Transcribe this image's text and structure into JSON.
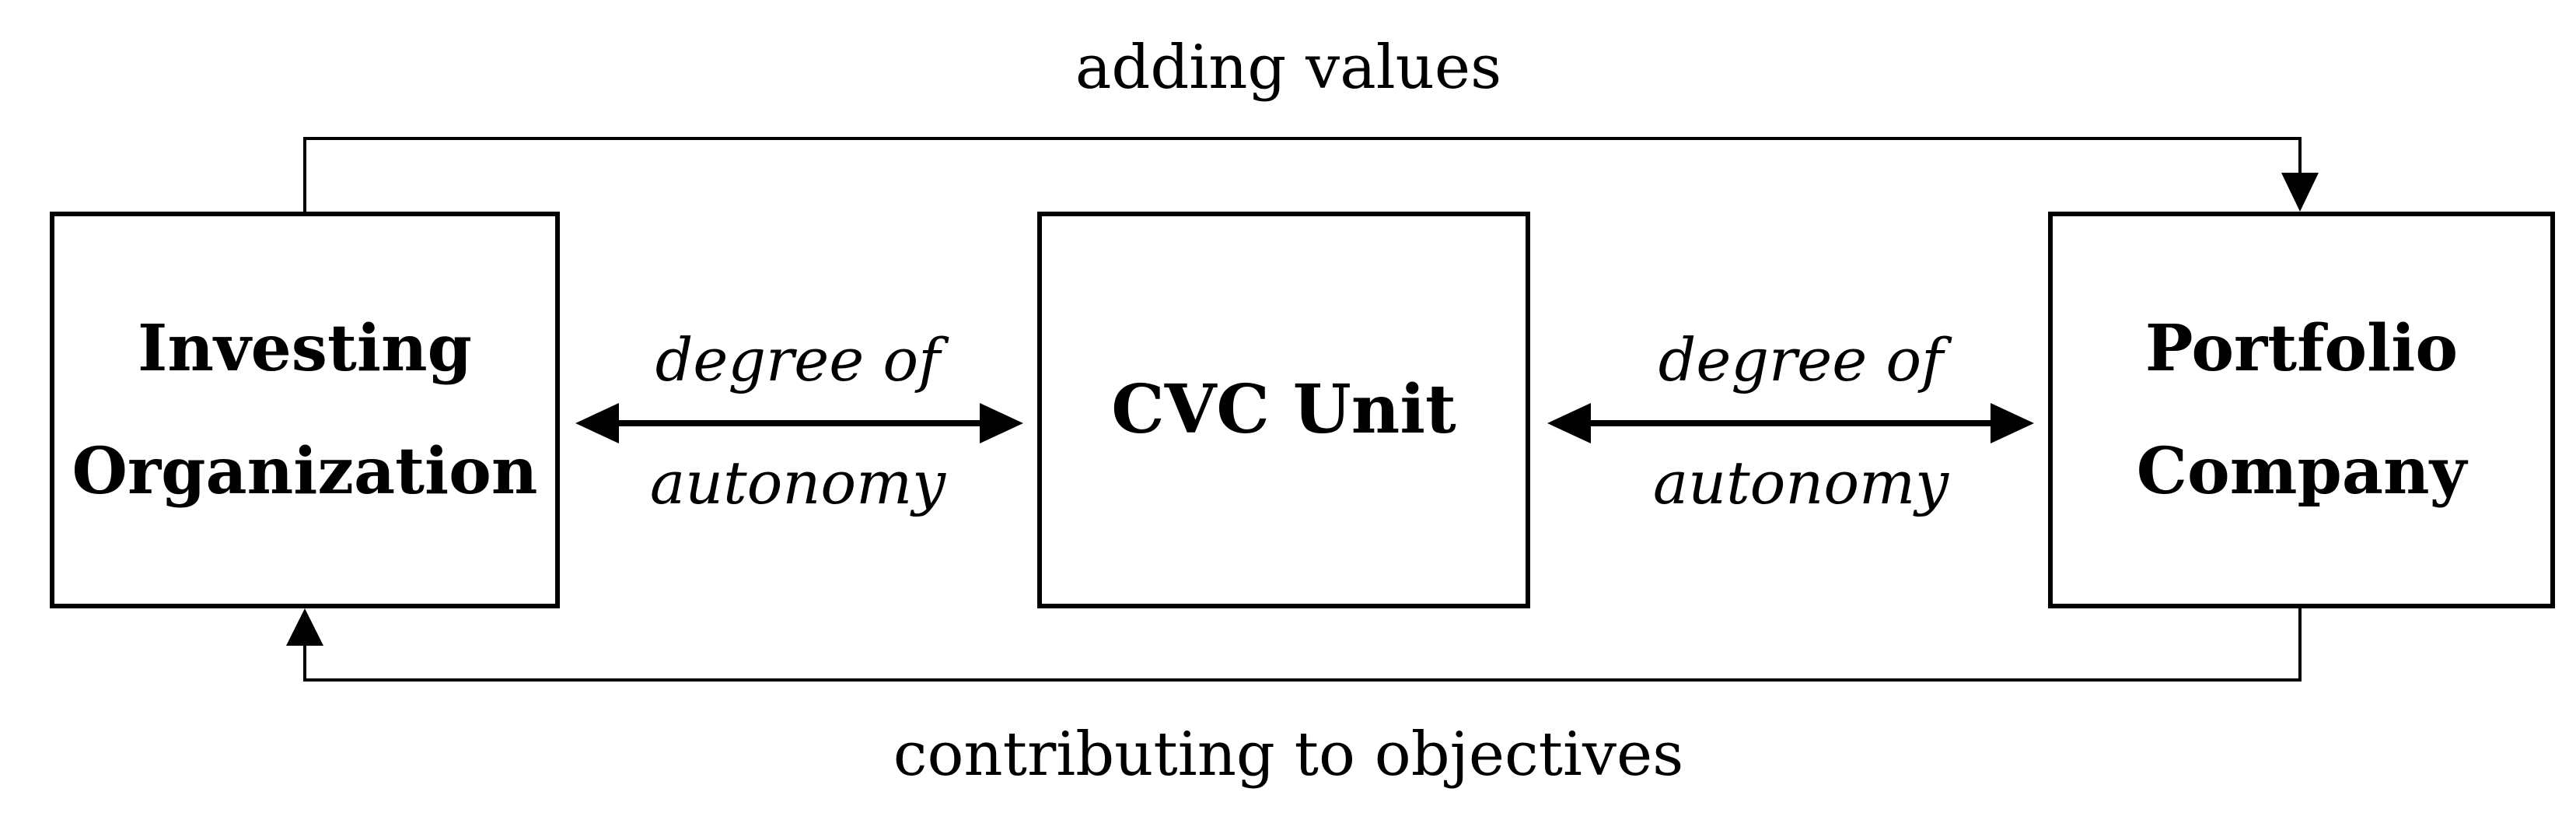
{
  "boxes": {
    "investing": {
      "line1": "Investing",
      "line2": "Organization"
    },
    "cvc": {
      "label": "CVC Unit"
    },
    "portfolio": {
      "line1": "Portfolio",
      "line2": "Company"
    }
  },
  "relations": {
    "top": "adding values",
    "bottom": "contributing to objectives",
    "left_autonomy": {
      "line1": "degree of",
      "line2": "autonomy"
    },
    "right_autonomy": {
      "line1": "degree of",
      "line2": "autonomy"
    }
  },
  "colors": {
    "stroke": "#000000",
    "background": "#ffffff"
  }
}
